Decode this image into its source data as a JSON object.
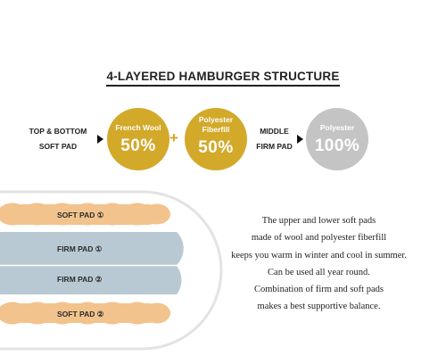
{
  "title": "4-LAYERED HAMBURGER STRUCTURE",
  "composition": {
    "left_label": [
      "TOP & BOTTOM",
      "SOFT PAD"
    ],
    "middle_label": [
      "MIDDLE",
      "FIRM PAD"
    ],
    "circles": [
      {
        "name_lines": [
          "French Wool"
        ],
        "percent": "50%",
        "color": "#d3a92a"
      },
      {
        "name_lines": [
          "Polyester",
          "Fiberfill"
        ],
        "percent": "50%",
        "color": "#d3a92a"
      },
      {
        "name_lines": [
          "Polyester"
        ],
        "percent": "100%",
        "color": "#c4c4c4"
      }
    ],
    "plus": "+"
  },
  "layers": [
    {
      "label": "SOFT PAD ①",
      "kind": "soft"
    },
    {
      "label": "FIRM PAD ①",
      "kind": "firm"
    },
    {
      "label": "FIRM PAD ②",
      "kind": "firm"
    },
    {
      "label": "SOFT PAD ②",
      "kind": "soft"
    }
  ],
  "description": [
    "The upper and lower soft pads",
    "made of wool and polyester fiberfill",
    "keeps you warm in winter and cool in summer.",
    "Can be used all year round.",
    "Combination of firm and soft pads",
    "makes a best supportive balance."
  ],
  "colors": {
    "gold": "#d3a92a",
    "grey": "#c4c4c4",
    "soft_pad": "#f2c38d",
    "firm_pad": "#b9c9d3",
    "outline": "#e3e3e3"
  }
}
